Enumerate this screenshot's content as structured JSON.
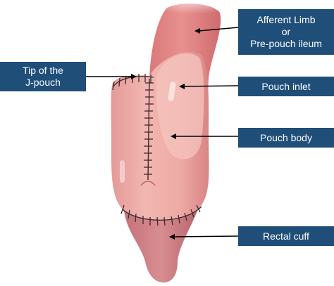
{
  "labels": {
    "afferent": {
      "line1": "Afferent Limb",
      "line2": "or",
      "line3": "Pre-pouch ileum"
    },
    "tip": {
      "line1": "Tip of the",
      "line2": "J-pouch"
    },
    "inlet": "Pouch inlet",
    "body": "Pouch body",
    "cuff": "Rectal cuff"
  },
  "colors": {
    "label_bg": "#1f4e79",
    "label_text": "#ffffff",
    "tissue_dark": "#d9787a",
    "tissue_mid": "#eea4a0",
    "tissue_light": "#f4bdb6",
    "cuff_color": "#c97a80",
    "suture": "#3a2a2c"
  }
}
